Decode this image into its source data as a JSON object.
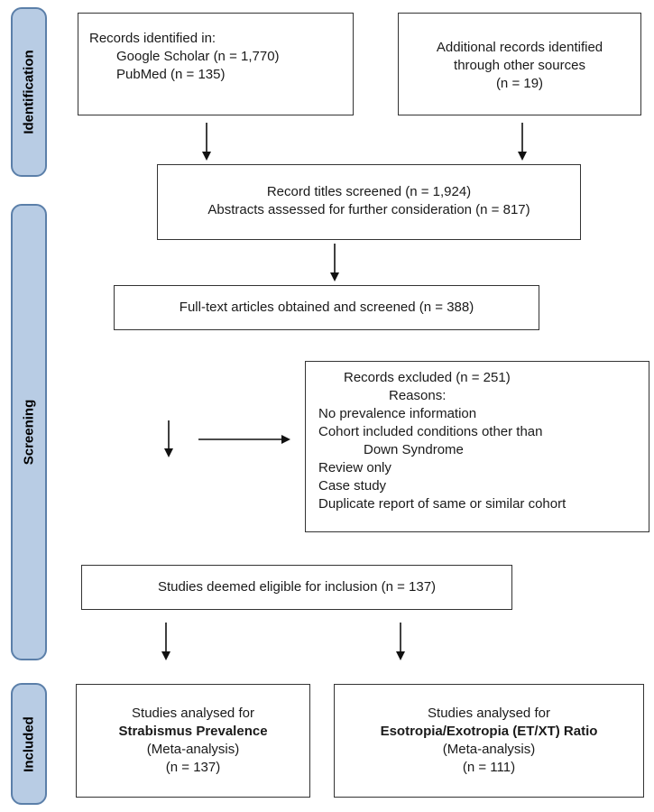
{
  "stages": {
    "identification": "Identification",
    "screening": "Screening",
    "included": "Included"
  },
  "records_identified": {
    "heading": "Records identified in:",
    "lines": [
      "Google Scholar (n = 1,770)",
      "PubMed (n = 135)"
    ]
  },
  "additional_records": {
    "lines": [
      "Additional records identified",
      "through other sources",
      "(n = 19)"
    ]
  },
  "titles_screened": {
    "lines": [
      "Record titles screened (n = 1,924)",
      "Abstracts assessed for further consideration (n = 817)"
    ]
  },
  "full_text": {
    "line": "Full-text articles obtained and screened (n = 388)"
  },
  "excluded": {
    "title": "Records excluded (n = 251)",
    "subtitle": "Reasons:",
    "reasons": [
      "No prevalence information",
      "Cohort included conditions other than",
      "Down Syndrome",
      "Review only",
      "Case study",
      "Duplicate report of same or similar cohort"
    ]
  },
  "eligible": {
    "line": "Studies deemed eligible for inclusion (n = 137)"
  },
  "strabismus": {
    "line1": "Studies analysed for",
    "bold": "Strabismus Prevalence",
    "line3": "(Meta-analysis)",
    "line4": "(n = 137)"
  },
  "etxt": {
    "line1": "Studies analysed for",
    "bold": "Esotropia/Exotropia (ET/XT) Ratio",
    "line3": "(Meta-analysis)",
    "line4": "(n = 111)"
  }
}
